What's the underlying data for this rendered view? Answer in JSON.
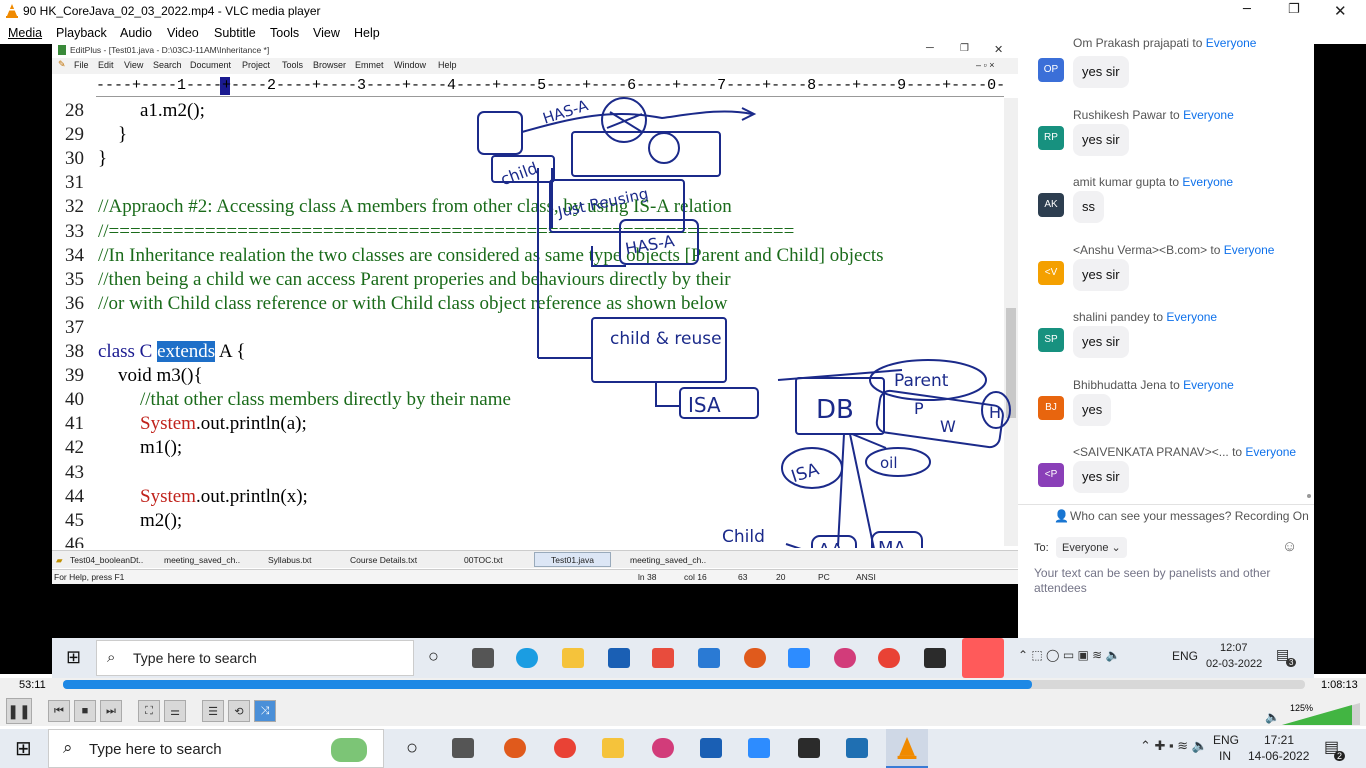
{
  "window": {
    "title": "90 HK_CoreJava_02_03_2022.mp4 - VLC media player"
  },
  "vlc_menu": [
    "Media",
    "Playback",
    "Audio",
    "Video",
    "Subtitle",
    "Tools",
    "View",
    "Help"
  ],
  "editplus": {
    "title": "EditPlus - [Test01.java - D:\\03CJ-11AM\\Inheritance *]",
    "menu": [
      "File",
      "Edit",
      "View",
      "Search",
      "Document",
      "Project",
      "Tools",
      "Browser",
      "Emmet",
      "Window",
      "Help"
    ],
    "ruler": "----+----1----+----2----+----3----+----4----+----5----+----6----+----7----+----8----+----9----+----0----+---",
    "lines": [
      {
        "n": "28",
        "text": "a1.m2();"
      },
      {
        "n": "29",
        "text": "}"
      },
      {
        "n": "30",
        "text": "}"
      },
      {
        "n": "31",
        "text": ""
      },
      {
        "n": "32",
        "text": "//Appraoch #2: Accessing class A members from other class, by using IS-A relation"
      },
      {
        "n": "33",
        "text": "//================================================================"
      },
      {
        "n": "34",
        "text": "//In Inheritance realation the two classes are considered as same type objects [Parent and Child] objects"
      },
      {
        "n": "35",
        "text": "//then being a child we can access Parent properies and behaviours directly by their"
      },
      {
        "n": "36",
        "text": "//or with Child class reference or with Child class object reference as shown below"
      },
      {
        "n": "37",
        "text": ""
      },
      {
        "n": "38",
        "a": "class C ",
        "b": "extends",
        "c": " A {"
      },
      {
        "n": "39",
        "text": "void m3(){"
      },
      {
        "n": "40",
        "text": "//that other class members directly by their name"
      },
      {
        "n": "41",
        "a": "System",
        "b": ".out.println(a);"
      },
      {
        "n": "42",
        "text": "m1();"
      },
      {
        "n": "43",
        "text": ""
      },
      {
        "n": "44",
        "a": "System",
        "b": ".out.println(x);"
      },
      {
        "n": "45",
        "text": "m2();"
      },
      {
        "n": "46",
        "text": ""
      }
    ],
    "tabs": [
      "Test04_booleanDt..",
      "meeting_saved_ch..",
      "Syllabus.txt",
      "Course Details.txt",
      "00TOC.txt",
      "Test01.java",
      "meeting_saved_ch.."
    ],
    "status": {
      "help": "For Help, press F1",
      "ln": "ln 38",
      "col": "col 16",
      "a": "63",
      "b": "20",
      "pc": "PC",
      "enc": "ANSI"
    }
  },
  "annotations": [
    "HAS-A",
    "child",
    "Just Reusing",
    "HAS-A",
    "child & reuse",
    "ISA",
    "Parent",
    "DB",
    "P",
    "W",
    "H",
    "ISA",
    "oil",
    "Child",
    "AA",
    "MA"
  ],
  "chat": {
    "partial_sender": "Om Prakash prajapati",
    "to_label": "to",
    "everyone": "Everyone",
    "messages": [
      {
        "initials": "OP",
        "sender": "",
        "text": "yes sir",
        "color": "#3b6fd8"
      },
      {
        "initials": "RP",
        "sender": "Rushikesh Pawar",
        "text": "yes sir",
        "color": "#17917f"
      },
      {
        "initials": "AK",
        "sender": "amit kumar gupta",
        "text": "ss",
        "color": "#2d3e50"
      },
      {
        "initials": "<V",
        "sender": "<Anshu Verma><B.com>",
        "text": "yes sir",
        "color": "#f4a000"
      },
      {
        "initials": "SP",
        "sender": "shalini pandey",
        "text": "yes sir",
        "color": "#17917f"
      },
      {
        "initials": "BJ",
        "sender": "Bhibhudatta Jena",
        "text": "yes",
        "color": "#e8650e"
      },
      {
        "initials": "<P",
        "sender": "<SAIVENKATA PRANAV><...",
        "text": "yes sir",
        "color": "#8a3fb8"
      }
    ],
    "who_can_see": "Who can see your messages? Recording On",
    "to": "To:",
    "to_value": "Everyone",
    "hint": "Your text can be seen by panelists and other attendees"
  },
  "inner_taskbar": {
    "search": "Type here to search",
    "lang": "ENG",
    "time": "12:07",
    "date": "02-03-2022",
    "badge": "3"
  },
  "player": {
    "elapsed": "53:11",
    "total": "1:08:13",
    "progress": 0.78,
    "volume": "125%"
  },
  "taskbar": {
    "search": "Type here to search",
    "lang": "ENG",
    "region": "IN",
    "time": "17:21",
    "date": "14-06-2022",
    "badge": "2"
  }
}
